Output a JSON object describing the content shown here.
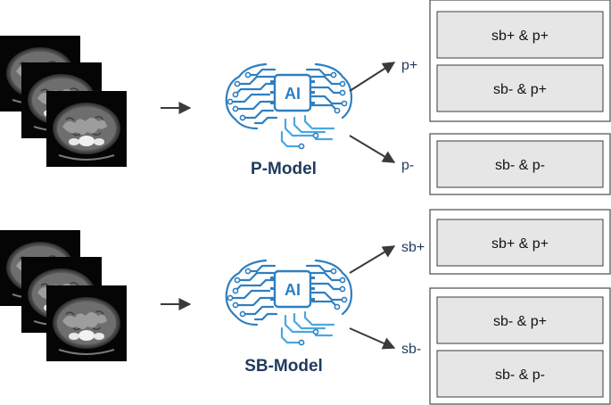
{
  "models": [
    {
      "name": "P-Model",
      "chip_text": "AI",
      "branches": [
        {
          "label": "p+",
          "boxes": [
            "sb+ & p+",
            "sb- & p+"
          ]
        },
        {
          "label": "p-",
          "boxes": [
            "sb- & p-"
          ]
        }
      ]
    },
    {
      "name": "SB-Model",
      "chip_text": "AI",
      "branches": [
        {
          "label": "sb+",
          "boxes": [
            "sb+ & p+"
          ]
        },
        {
          "label": "sb-",
          "boxes": [
            "sb- & p+",
            "sb- & p-"
          ]
        }
      ]
    }
  ],
  "colors": {
    "accent_blue": "#2f7fc0",
    "model_label": "#1f3a5c",
    "box_fill": "#e6e6e6"
  },
  "icons": [
    "ct-scan-stack",
    "brain-circuit-icon",
    "arrow-right-icon"
  ]
}
